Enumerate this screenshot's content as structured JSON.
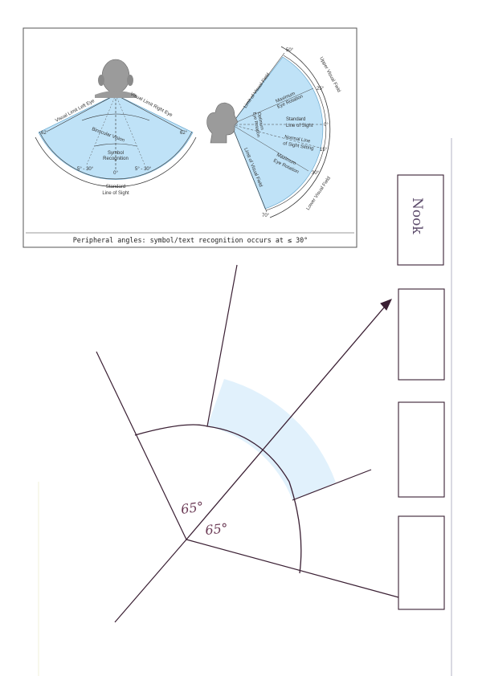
{
  "reference_figure": {
    "caption": "Peripheral angles: symbol/text recognition occurs at ≤ 30°",
    "top_view": {
      "visual_limit_left_eye": "Visual Limit Left Eye",
      "visual_limit_right_eye": "Visual Limit Right Eye",
      "binocular_vision": "Binocular Vision",
      "symbol_recognition_line1": "Symbol",
      "symbol_recognition_line2": "Recognition",
      "standard_line_of_sight_line1": "Standard",
      "standard_line_of_sight_line2": "Line of Sight",
      "angle_left": "62°",
      "angle_right": "62°",
      "range_left": "5° - 30°",
      "range_right": "5° - 30°",
      "angle_center": "0°"
    },
    "side_view": {
      "upper_visual_field": "Upper Visual Field",
      "lower_visual_field": "Lower Visual Field",
      "limit_upper": "Limit of Visual Field",
      "limit_lower": "Limit of Visual Field",
      "max_eye_rotation_upper_1": "Maximum",
      "max_eye_rotation_upper_2": "Eye Rotation",
      "max_eye_rotation_lower_1": "Maximum",
      "max_eye_rotation_lower_2": "Eye Rotation",
      "optimum_eye_rotation_1": "Optimum",
      "optimum_eye_rotation_2": "Eye Rotation",
      "standard_line_of_sight_1": "Standard",
      "standard_line_of_sight_2": "Line of Sight",
      "normal_line_sitting_1": "Normal Line",
      "normal_line_sitting_2": "of Sight Sitting",
      "angle_50": "50°",
      "angle_25": "25°",
      "angle_0": "0°",
      "angle_15": "15°",
      "angle_30": "30°",
      "angle_70": "70°"
    }
  },
  "sketch": {
    "angle_upper": "65°",
    "angle_lower": "65°",
    "box_labels": [
      "Nook",
      "",
      "",
      ""
    ]
  },
  "colors": {
    "visual_field_blue": "#bfe2f7",
    "sketch_highlight": "#e1f1fc",
    "sketch_ink": "#3a1f33"
  }
}
